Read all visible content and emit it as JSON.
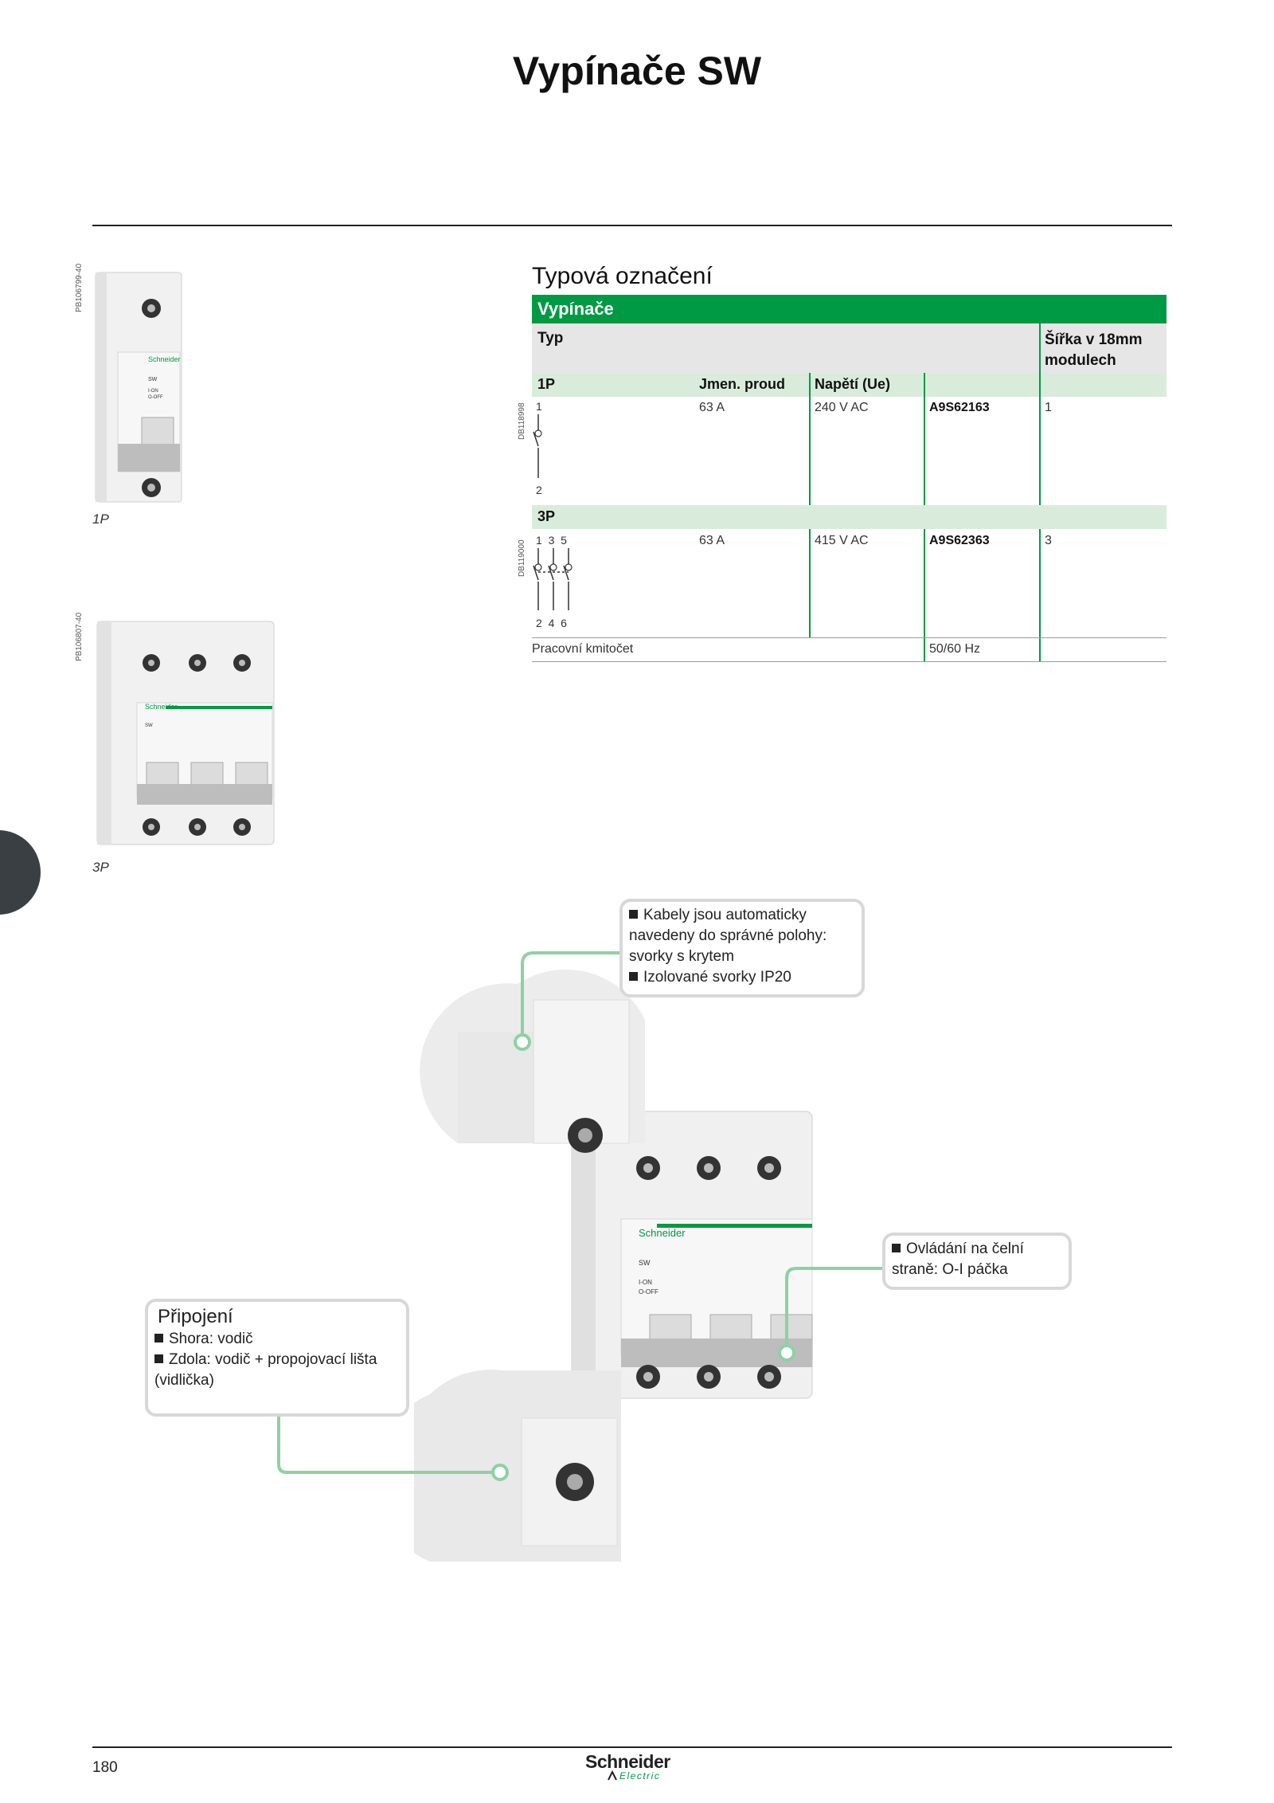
{
  "page": {
    "title": "Vypínače SW",
    "page_number": "180"
  },
  "photos": {
    "p1_code": "PB106799-40",
    "p1_caption": "1P",
    "p3_code": "PB106807-40",
    "p3_caption": "3P",
    "brand": "Schneider",
    "brand_sub": "Electric",
    "sw_label": "SW",
    "on_label": "I-ON",
    "off_label": "O-OFF"
  },
  "section": {
    "title": "Typová označení",
    "table_title": "Vypínače",
    "col_typ": "Typ",
    "col_width": "Šířka v 18mm modulech",
    "sub_headers": {
      "poles": "1P",
      "current": "Jmen. proud",
      "voltage": "Napětí (Ue)"
    },
    "rows": [
      {
        "group": "1P",
        "diagram_code": "DB118998",
        "top_terminals": "1",
        "bottom_terminals": "2",
        "current": "63 A",
        "voltage": "240 V AC",
        "ref": "A9S62163",
        "width": "1"
      },
      {
        "group": "3P",
        "diagram_code": "DB119000",
        "top_terminals": "1  3  5",
        "bottom_terminals": "2  4  6",
        "current": "63 A",
        "voltage": "415 V AC",
        "ref": "A9S62363",
        "width": "3"
      }
    ],
    "frequency_label": "Pracovní kmitočet",
    "frequency_value": "50/60 Hz"
  },
  "callouts": {
    "cables": [
      "Kabely jsou automaticky navedeny do správné polohy: svorky s krytem",
      "Izolované svorky IP20"
    ],
    "control": [
      "Ovládání na čelní straně: O-I páčka"
    ],
    "connection_title": "Připojení",
    "connection": [
      "Shora: vodič",
      "Zdola: vodič + propojovací lišta (vidlička)"
    ]
  },
  "colors": {
    "accent": "#009a44",
    "light_green": "#d9ecdc",
    "callout_line": "#8fd0a4",
    "tab": "#3a3f44"
  }
}
